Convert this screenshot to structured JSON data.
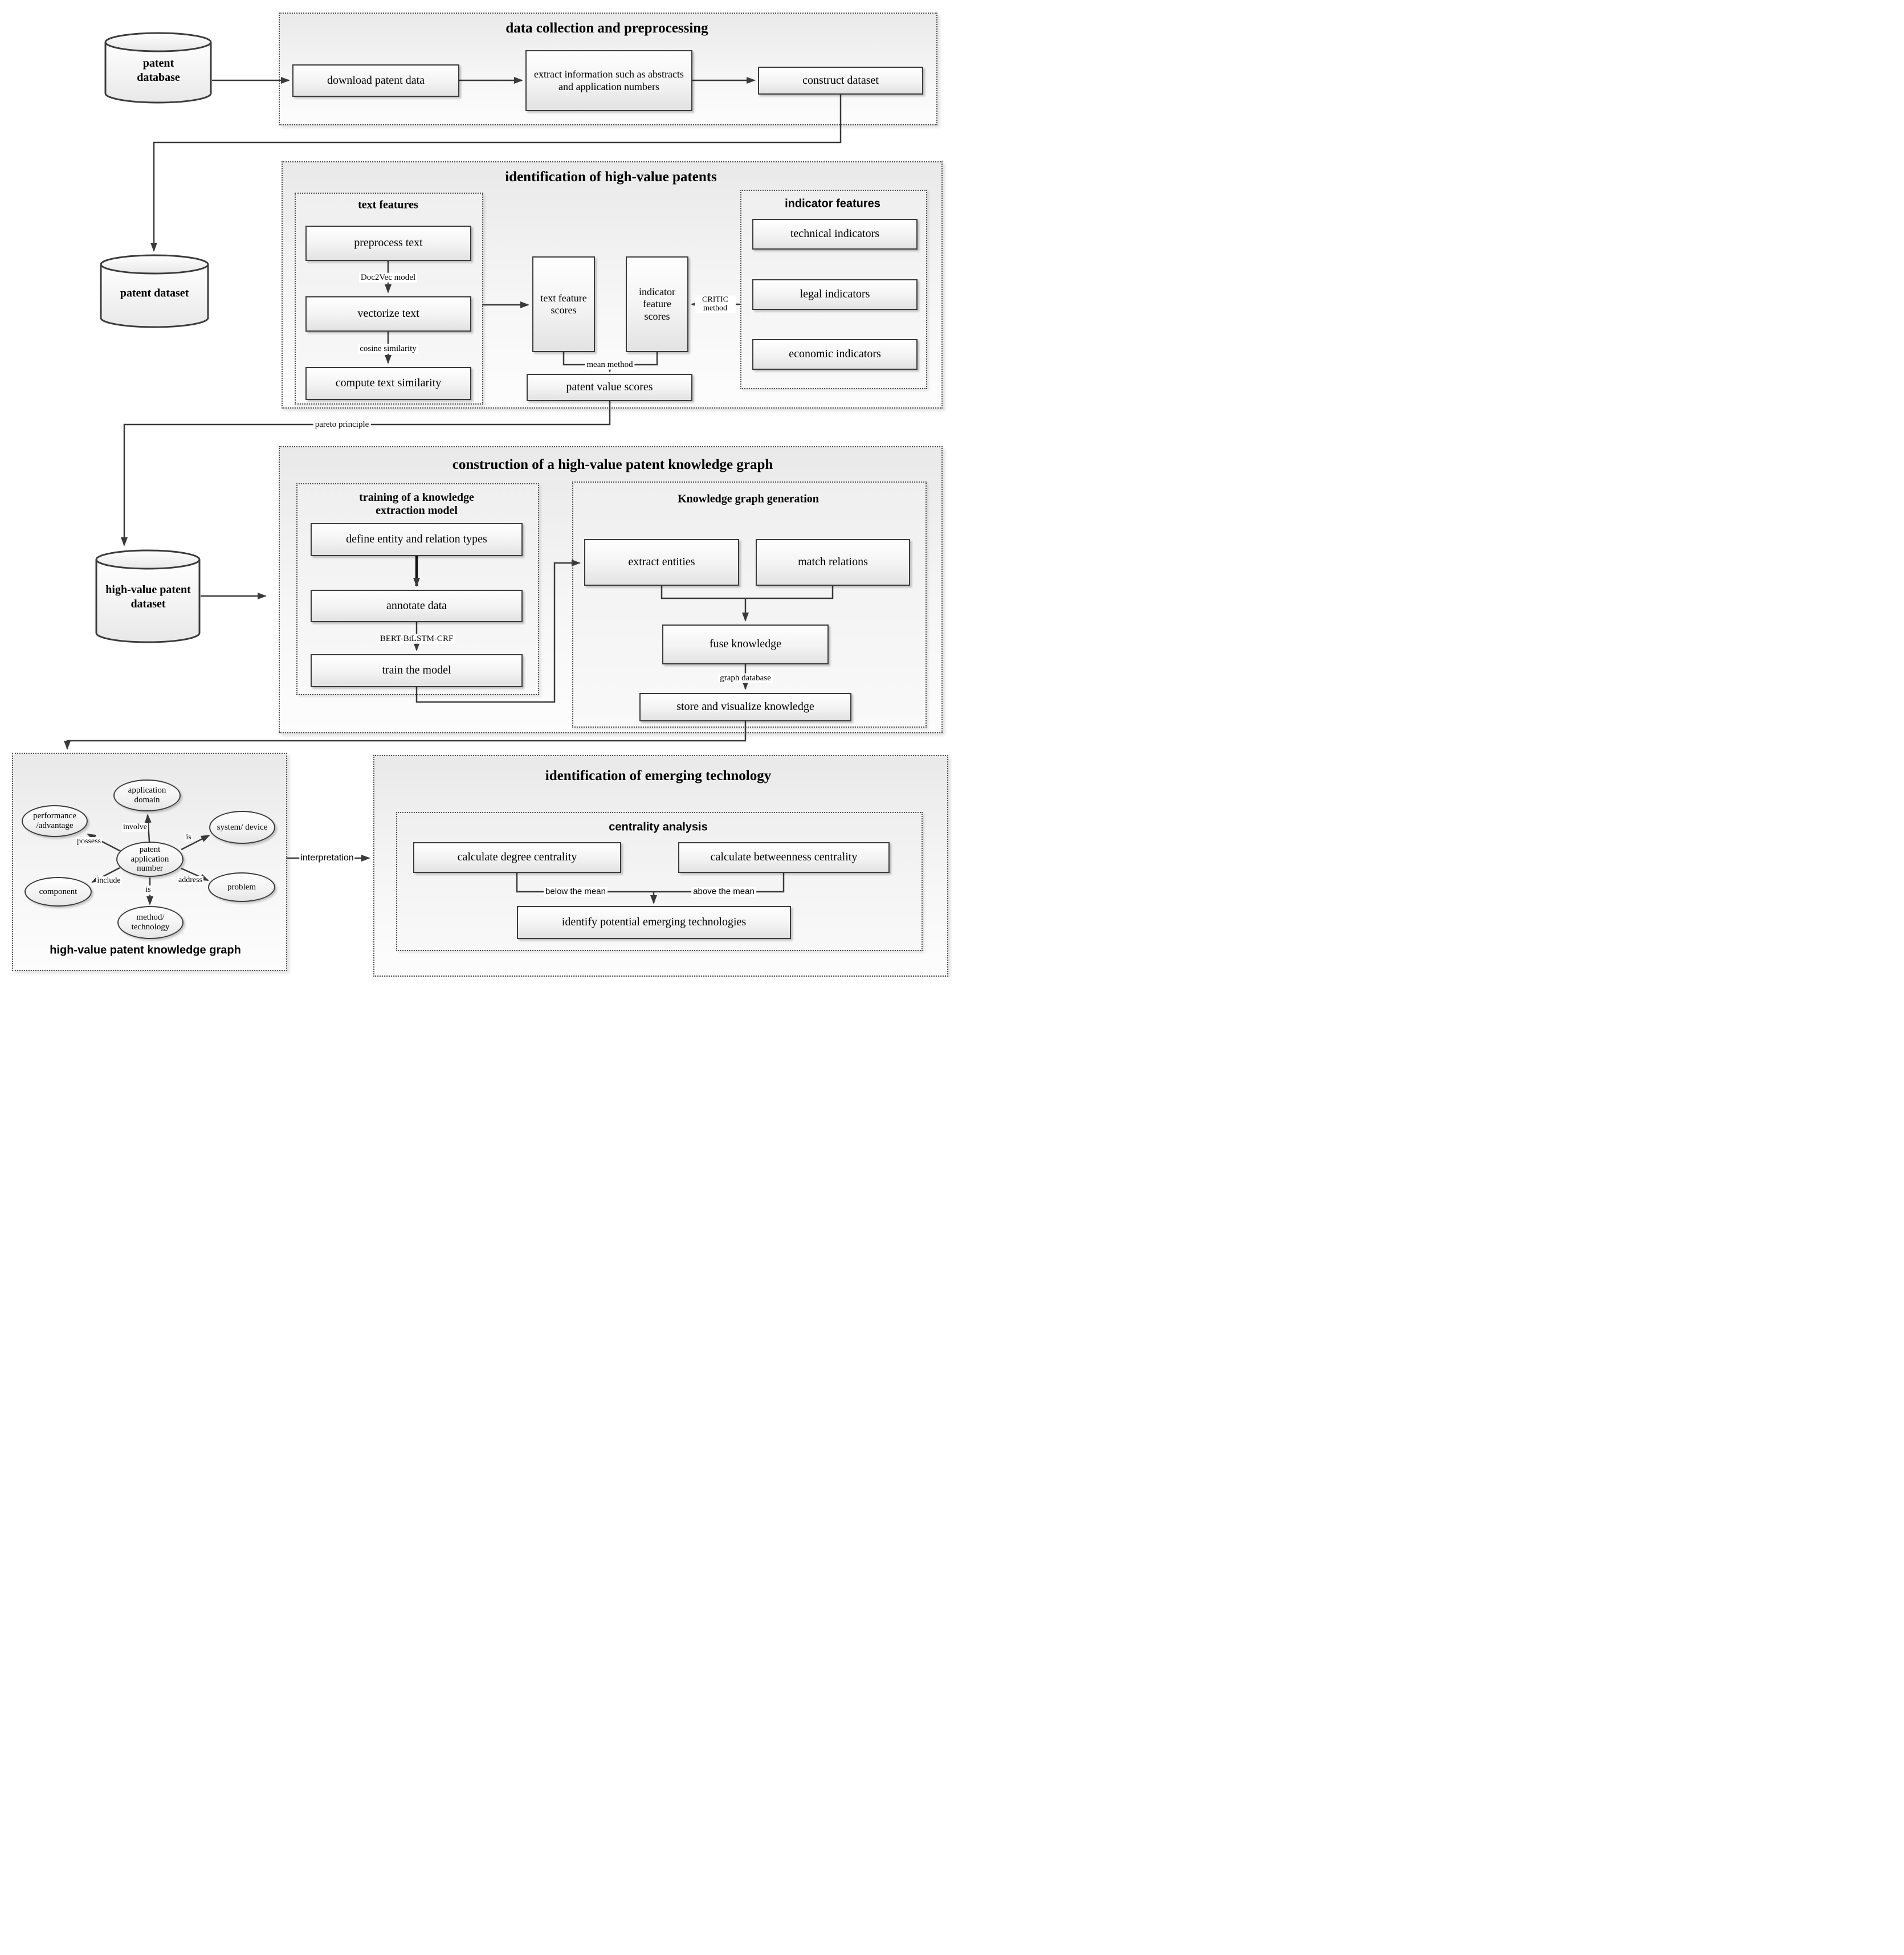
{
  "s1": {
    "title": "data collection and preprocessing",
    "db": "patent database",
    "download": "download patent data",
    "extract": "extract information such as abstracts and application numbers",
    "construct": "construct dataset"
  },
  "s2": {
    "title": "identification of high-value patents",
    "dataset": "patent dataset",
    "tf_title": "text features",
    "preprocess": "preprocess text",
    "doc2vec": "Doc2Vec model",
    "vectorize": "vectorize text",
    "cosine": "cosine similarity",
    "compute": "compute text similarity",
    "text_scores": "text feature scores",
    "indicator_scores": "indicator feature scores",
    "critic": "CRITIC method",
    "mean": "mean method",
    "value_scores": "patent value scores",
    "if_title": "indicator features",
    "technical": "technical indicators",
    "legal": "legal indicators",
    "economic": "economic indicators",
    "pareto": "pareto principle"
  },
  "s3": {
    "title": "construction of a high-value patent knowledge graph",
    "dataset": "high-value patent dataset",
    "tr_title": "training of a knowledge extraction model",
    "define": "define entity and relation types",
    "annotate": "annotate data",
    "bert": "BERT-BiLSTM-CRF",
    "train": "train the model",
    "gen_title": "Knowledge graph generation",
    "extract": "extract entities",
    "match": "match relations",
    "fuse": "fuse knowledge",
    "graphdb": "graph database",
    "store": "store and visualize knowledge"
  },
  "s4": {
    "caption": "high-value patent knowledge graph",
    "center": "patent application number",
    "domain": "application domain",
    "performance": "performance /advantage",
    "system": "system/ device",
    "component": "component",
    "problem": "problem",
    "method": "method/ technology",
    "involve": "involve",
    "possess": "possess",
    "is_top": "is",
    "include": "include",
    "is_bottom": "is",
    "address": "address",
    "interpretation": "interpretation"
  },
  "s5": {
    "title": "identification of emerging technology",
    "ca_title": "centrality analysis",
    "degree": "calculate degree centrality",
    "betweenness": "calculate betweenness centrality",
    "below": "below the mean",
    "above": "above the mean",
    "identify": "identify potential emerging technologies"
  }
}
